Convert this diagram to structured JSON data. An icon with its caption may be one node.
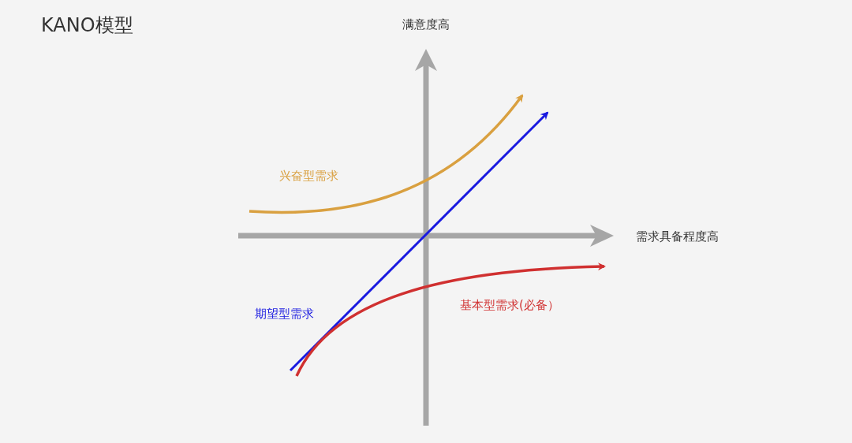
{
  "diagram": {
    "title": "KANO模型",
    "labels": [
      "满意度高",
      "兴奋型需求",
      "需求具备程度高",
      "期望型需求",
      "基本型需求(必备）"
    ]
  }
}
